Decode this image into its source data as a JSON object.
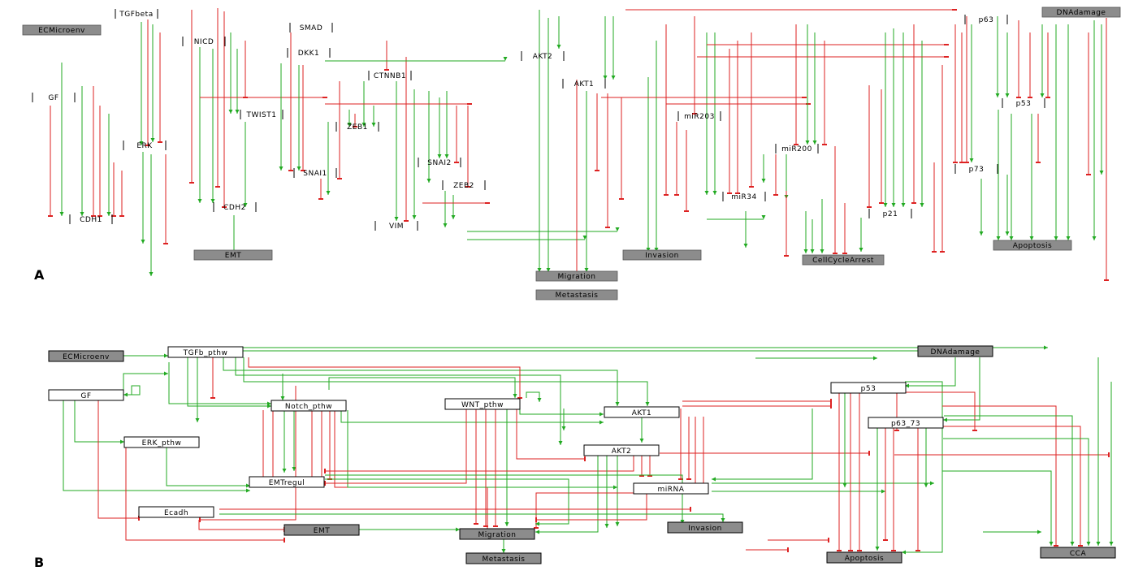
{
  "colors": {
    "activation": "#22aa22",
    "inhibition": "#dd2222",
    "outcome_fill": "#8c8c8c",
    "node_fill": "#ffffff",
    "node_stroke": "#000000"
  },
  "panel_a": {
    "letter": "A",
    "nodes": [
      {
        "id": "ecm",
        "label": "ECMicroenv",
        "kind": "input"
      },
      {
        "id": "tgfb",
        "label": "TGFbeta",
        "kind": "gene"
      },
      {
        "id": "nicd",
        "label": "NICD",
        "kind": "gene"
      },
      {
        "id": "smad",
        "label": "SMAD",
        "kind": "gene"
      },
      {
        "id": "dkk1",
        "label": "DKK1",
        "kind": "gene"
      },
      {
        "id": "ctnnb1",
        "label": "CTNNB1",
        "kind": "gene"
      },
      {
        "id": "gf",
        "label": "GF",
        "kind": "gene"
      },
      {
        "id": "twist1",
        "label": "TWIST1",
        "kind": "gene"
      },
      {
        "id": "zeb1",
        "label": "ZEB1",
        "kind": "gene"
      },
      {
        "id": "erk",
        "label": "ERK",
        "kind": "gene"
      },
      {
        "id": "snai2",
        "label": "SNAI2",
        "kind": "gene"
      },
      {
        "id": "snai1",
        "label": "SNAI1",
        "kind": "gene"
      },
      {
        "id": "zeb2",
        "label": "ZEB2",
        "kind": "gene"
      },
      {
        "id": "cdh1",
        "label": "CDH1",
        "kind": "gene"
      },
      {
        "id": "cdh2",
        "label": "CDH2",
        "kind": "gene"
      },
      {
        "id": "vim",
        "label": "VIM",
        "kind": "gene"
      },
      {
        "id": "emt",
        "label": "EMT",
        "kind": "outcome"
      },
      {
        "id": "akt2",
        "label": "AKT2",
        "kind": "gene"
      },
      {
        "id": "akt1",
        "label": "AKT1",
        "kind": "gene"
      },
      {
        "id": "mir203",
        "label": "miR203",
        "kind": "gene"
      },
      {
        "id": "mir200",
        "label": "miR200",
        "kind": "gene"
      },
      {
        "id": "mir34",
        "label": "miR34",
        "kind": "gene"
      },
      {
        "id": "migration",
        "label": "Migration",
        "kind": "outcome"
      },
      {
        "id": "metastasis",
        "label": "Metastasis",
        "kind": "outcome"
      },
      {
        "id": "invasion",
        "label": "Invasion",
        "kind": "outcome"
      },
      {
        "id": "p63",
        "label": "p63",
        "kind": "gene"
      },
      {
        "id": "p53",
        "label": "p53",
        "kind": "gene"
      },
      {
        "id": "p73",
        "label": "p73",
        "kind": "gene"
      },
      {
        "id": "p21",
        "label": "p21",
        "kind": "gene"
      },
      {
        "id": "dnadamage",
        "label": "DNAdamage",
        "kind": "input"
      },
      {
        "id": "cca",
        "label": "CellCycleArrest",
        "kind": "outcome"
      },
      {
        "id": "apoptosis",
        "label": "Apoptosis",
        "kind": "outcome"
      }
    ]
  },
  "panel_b": {
    "letter": "B",
    "nodes": [
      {
        "id": "ecm_b",
        "label": "ECMicroenv",
        "kind": "input"
      },
      {
        "id": "tgfb_b",
        "label": "TGFb_pthw",
        "kind": "module"
      },
      {
        "id": "gf_b",
        "label": "GF",
        "kind": "module"
      },
      {
        "id": "notch_b",
        "label": "Notch_pthw",
        "kind": "module"
      },
      {
        "id": "wnt_b",
        "label": "WNT_pthw",
        "kind": "module"
      },
      {
        "id": "erk_b",
        "label": "ERK_pthw",
        "kind": "module"
      },
      {
        "id": "akt1_b",
        "label": "AKT1",
        "kind": "module"
      },
      {
        "id": "akt2_b",
        "label": "AKT2",
        "kind": "module"
      },
      {
        "id": "emtregul_b",
        "label": "EMTregul",
        "kind": "module"
      },
      {
        "id": "mirna_b",
        "label": "miRNA",
        "kind": "module"
      },
      {
        "id": "cadh_b",
        "label": "Ecadh",
        "kind": "module"
      },
      {
        "id": "p53_b",
        "label": "p53",
        "kind": "module"
      },
      {
        "id": "p63_73_b",
        "label": "p63_73",
        "kind": "module"
      },
      {
        "id": "dnadamage_b",
        "label": "DNAdamage",
        "kind": "input"
      },
      {
        "id": "emt_b",
        "label": "EMT",
        "kind": "outcome"
      },
      {
        "id": "migration_b",
        "label": "Migration",
        "kind": "outcome"
      },
      {
        "id": "invasion_b",
        "label": "Invasion",
        "kind": "outcome"
      },
      {
        "id": "metastasis_b",
        "label": "Metastasis",
        "kind": "outcome"
      },
      {
        "id": "apoptosis_b",
        "label": "Apoptosis",
        "kind": "outcome"
      },
      {
        "id": "cca_b",
        "label": "CCA",
        "kind": "outcome"
      }
    ]
  }
}
